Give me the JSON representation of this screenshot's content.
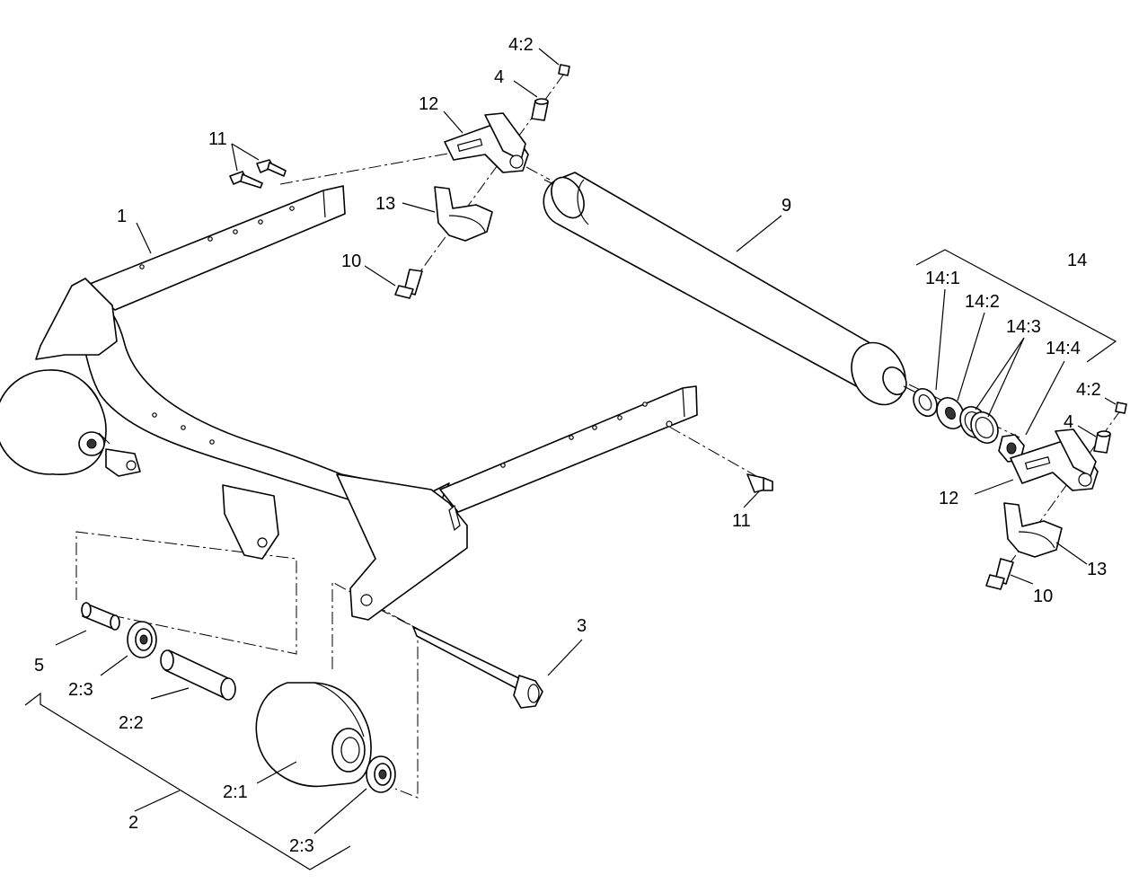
{
  "callouts": {
    "c1": "1",
    "c2": "2",
    "c2_1": "2:1",
    "c2_2": "2:2",
    "c2_3a": "2:3",
    "c2_3b": "2:3",
    "c3": "3",
    "c4a": "4",
    "c4b": "4",
    "c4_2a": "4:2",
    "c4_2b": "4:2",
    "c5": "5",
    "c9": "9",
    "c10a": "10",
    "c10b": "10",
    "c11a": "11",
    "c11b": "11",
    "c12a": "12",
    "c12b": "12",
    "c13a": "13",
    "c13b": "13",
    "c14": "14",
    "c14_1": "14:1",
    "c14_2": "14:2",
    "c14_3": "14:3",
    "c14_4": "14:4"
  }
}
